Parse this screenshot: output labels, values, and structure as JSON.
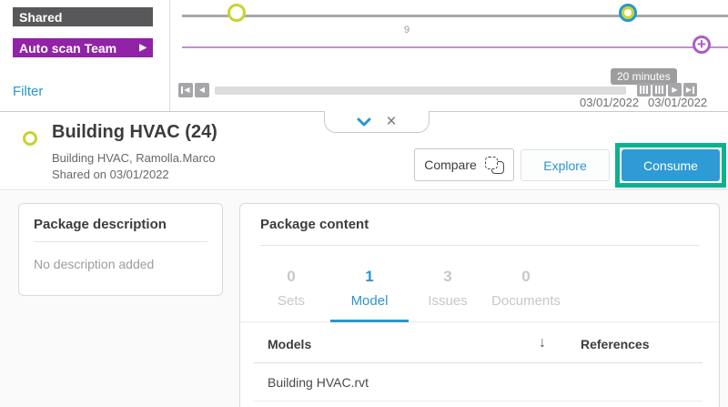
{
  "left_panel": {
    "shared_label": "Shared",
    "team_label": "Auto scan Team",
    "filter_label": "Filter"
  },
  "timeline": {
    "count_label": "9",
    "tooltip": "20 minutes",
    "date_start": "03/01/2022",
    "date_end": "03/01/2022"
  },
  "header": {
    "title": "Building HVAC (24)",
    "subtitle": "Building HVAC, Ramolla.Marco",
    "shared_on": "Shared on 03/01/2022",
    "compare_label": "Compare",
    "explore_label": "Explore",
    "consume_label": "Consume"
  },
  "description_card": {
    "title": "Package description",
    "empty_text": "No description added"
  },
  "content_card": {
    "title": "Package content",
    "tabs": [
      {
        "count": "0",
        "label": "Sets"
      },
      {
        "count": "1",
        "label": "Model"
      },
      {
        "count": "3",
        "label": "Issues"
      },
      {
        "count": "0",
        "label": "Documents"
      }
    ],
    "table": {
      "col_models": "Models",
      "col_references": "References",
      "rows": [
        {
          "name": "Building HVAC.rvt"
        }
      ]
    }
  },
  "icons": {
    "team_play": "▶",
    "close": "×",
    "sort_desc": "↓",
    "plus": "+",
    "play": "▶",
    "step_back": "◀",
    "skip_start": "◀",
    "skip_end": "▶"
  },
  "colors": {
    "accent_blue": "#2a95d1",
    "brand_purple": "#9123a6",
    "dark_gray": "#58585b",
    "status_yellow_green": "#c9d32c",
    "highlight_teal": "#0eb08d",
    "marker_blue": "#2196d3",
    "timeline_purple": "#c18fd4",
    "consume_blue": "#2e9bd6"
  }
}
